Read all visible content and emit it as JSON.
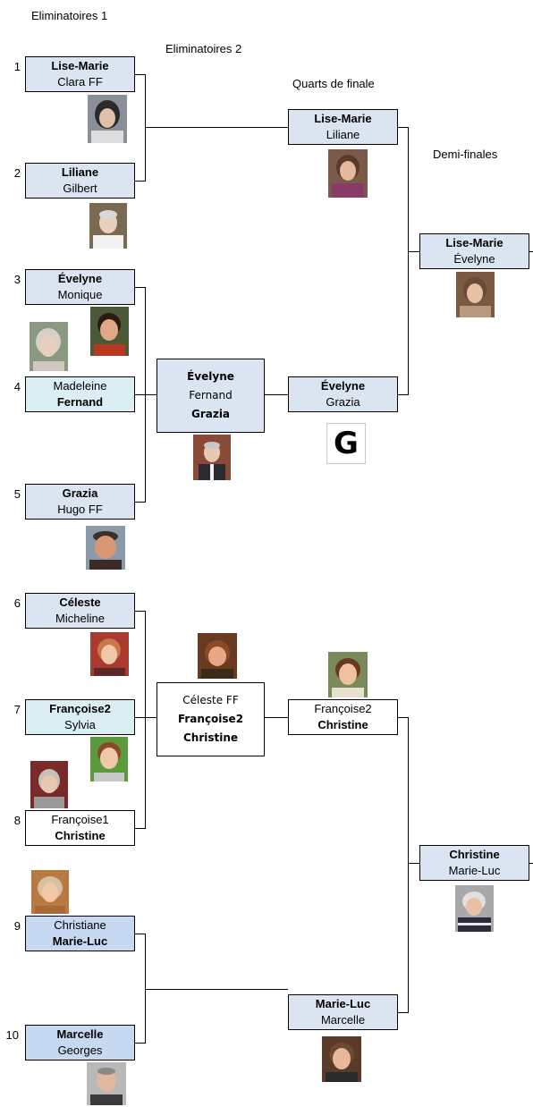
{
  "headers": {
    "round1": "Eliminatoires 1",
    "round2": "Eliminatoires 2",
    "quarters": "Quarts de finale",
    "semis": "Demi-finales"
  },
  "seeds": [
    "1",
    "2",
    "3",
    "4",
    "5",
    "6",
    "7",
    "8",
    "9",
    "10"
  ],
  "round1": [
    {
      "top": "Lise-Marie",
      "bottom": "Clara FF"
    },
    {
      "top": "Liliane",
      "bottom": "Gilbert"
    },
    {
      "top": "Évelyne",
      "bottom": "Monique"
    },
    {
      "top": "Madeleine",
      "bottom": "Fernand"
    },
    {
      "top": "Grazia",
      "bottom": "Hugo FF"
    },
    {
      "top": "Céleste",
      "bottom": "Micheline"
    },
    {
      "top": "Françoise2",
      "bottom": "Sylvia"
    },
    {
      "top": "Françoise1",
      "bottom": "Christine"
    },
    {
      "top": "Christiane",
      "bottom": "Marie-Luc"
    },
    {
      "top": "Marcelle",
      "bottom": "Georges"
    }
  ],
  "round2": [
    {
      "line1": "Évelyne",
      "line2": "Fernand",
      "line3": "Grazia"
    },
    {
      "line1": "Céleste FF",
      "line2": "Françoise2",
      "line3": "Christine"
    }
  ],
  "quarters": [
    {
      "top": "Lise-Marie",
      "bottom": "Liliane"
    },
    {
      "top": "Évelyne",
      "bottom": "Grazia"
    },
    {
      "top": "Françoise2",
      "bottom": "Christine"
    },
    {
      "top": "Marie-Luc",
      "bottom": "Marcelle"
    }
  ],
  "semis": [
    {
      "top": "Lise-Marie",
      "bottom": "Évelyne"
    },
    {
      "top": "Christine",
      "bottom": "Marie-Luc"
    }
  ],
  "logo_letter": "G"
}
